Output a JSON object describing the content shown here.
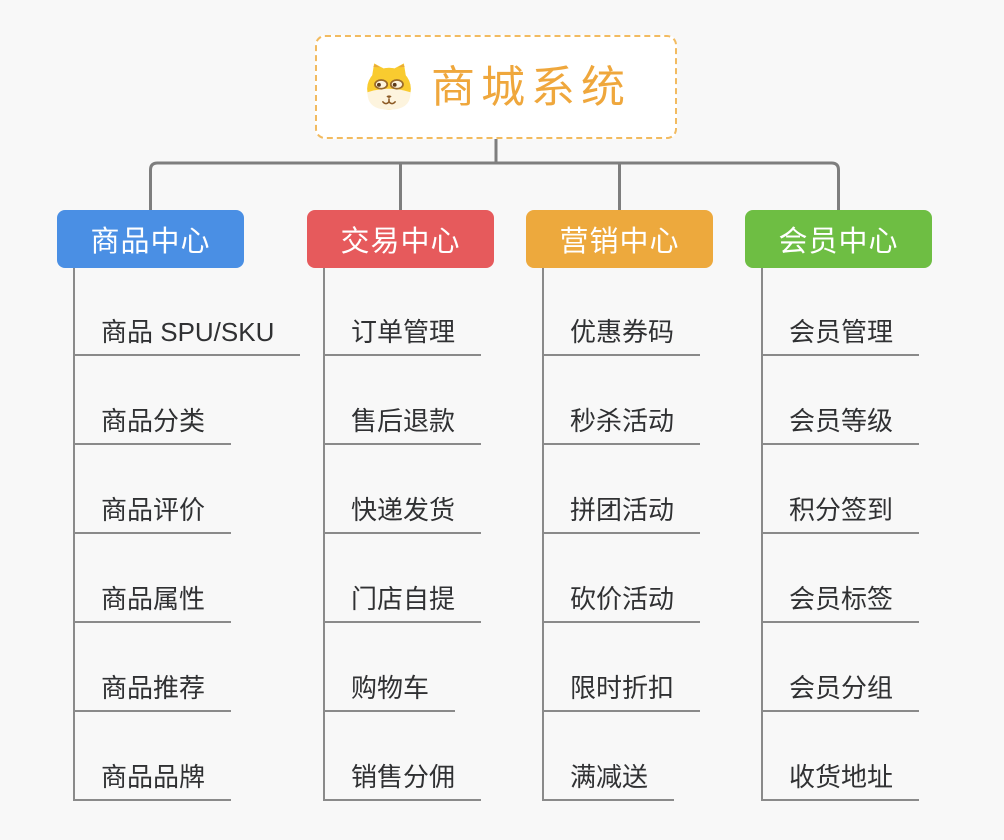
{
  "root": {
    "title": "商城系统",
    "icon": "shiba-dog-icon"
  },
  "branches": [
    {
      "label": "商品中心",
      "color": "#4A8FE4",
      "children": [
        "商品 SPU/SKU",
        "商品分类",
        "商品评价",
        "商品属性",
        "商品推荐",
        "商品品牌"
      ]
    },
    {
      "label": "交易中心",
      "color": "#E65A5C",
      "children": [
        "订单管理",
        "售后退款",
        "快递发货",
        "门店自提",
        "购物车",
        "销售分佣"
      ]
    },
    {
      "label": "营销中心",
      "color": "#EDA93D",
      "children": [
        "优惠券码",
        "秒杀活动",
        "拼团活动",
        "砍价活动",
        "限时折扣",
        "满减送"
      ]
    },
    {
      "label": "会员中心",
      "color": "#6EBE43",
      "children": [
        "会员管理",
        "会员等级",
        "积分签到",
        "会员标签",
        "会员分组",
        "收货地址"
      ]
    }
  ],
  "colors": {
    "background": "#F8F8F8",
    "root_accent": "#EFA73C",
    "root_border": "#F2BB60",
    "connector": "#7E7E7E",
    "trunk": "#8A8A8A",
    "leaf_text": "#303133"
  }
}
